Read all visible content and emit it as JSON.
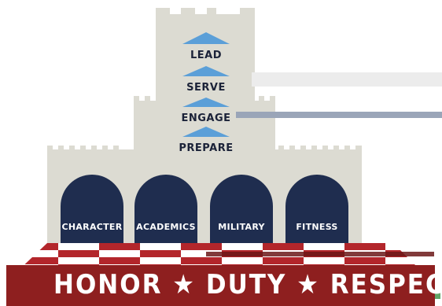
{
  "tiers": [
    {
      "id": "lead",
      "label": "LEAD"
    },
    {
      "id": "serve",
      "label": "SERVE"
    },
    {
      "id": "engage",
      "label": "ENGAGE"
    },
    {
      "id": "prepare",
      "label": "PREPARE"
    }
  ],
  "pillars": [
    {
      "id": "character",
      "label": "CHARACTER"
    },
    {
      "id": "academics",
      "label": "ACADEMICS"
    },
    {
      "id": "military",
      "label": "MILITARY"
    },
    {
      "id": "fitness",
      "label": "FITNESS"
    }
  ],
  "motto": "HONOR ★ DUTY ★ RESPECT",
  "colors": {
    "stone": "#dcdbd2",
    "arch": "#1f2d4f",
    "arrow": "#5b9fd8",
    "banner": "#8e1f1f",
    "checker_red": "#b3262b",
    "checker_white": "#ffffff"
  }
}
